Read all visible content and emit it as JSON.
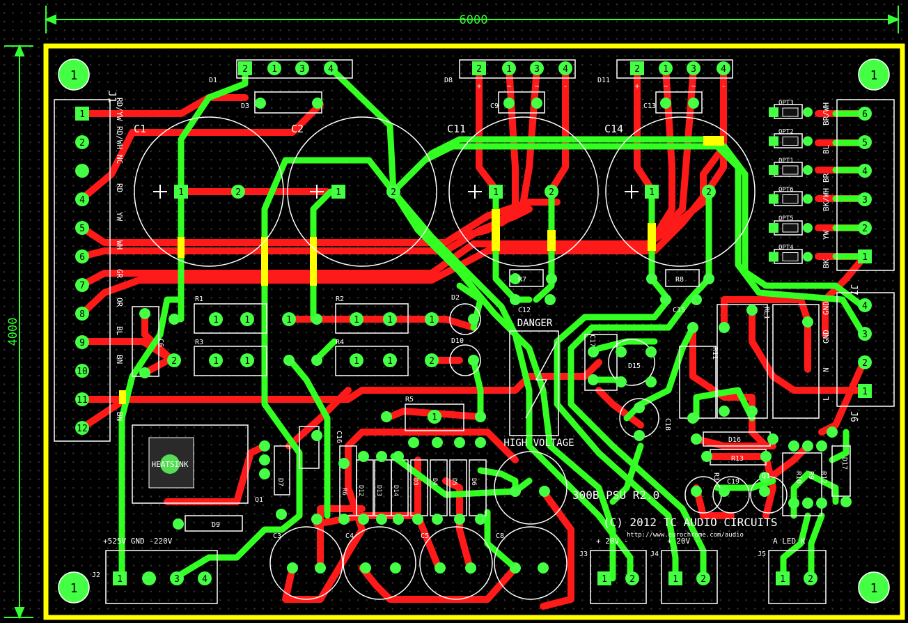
{
  "dimensions": {
    "width_label": "6000",
    "height_label": "4000"
  },
  "title": "300B PSU R2.0",
  "copyright": "(C) 2012 TC AUDIO CIRCUITS",
  "url": "http://www.eurochrome.com/audio",
  "warnings": {
    "top": "DANGER",
    "bottom": "HIGH VOLTAGE"
  },
  "j1": {
    "label": "J1",
    "pins": [
      "1",
      "2",
      "",
      "4",
      "5",
      "6",
      "7",
      "8",
      "9",
      "10",
      "11",
      "12"
    ],
    "wires": [
      "RD/YW",
      "RD/WH",
      "NC",
      "RD",
      "YW",
      "WH",
      "GR",
      "OR",
      "BL",
      "BN",
      "",
      "BN"
    ]
  },
  "j6": {
    "label": "J6",
    "pins": [
      "6",
      "5",
      "4",
      "3",
      "2",
      "1"
    ],
    "wires": [
      "BR/WH",
      "BL",
      "BR",
      "BK/WH",
      "YW",
      "BK"
    ]
  },
  "j7": {
    "label": "J7",
    "pins": [
      "4",
      "3",
      "2",
      "1"
    ],
    "wires": [
      "GND",
      "GND",
      "N",
      "L"
    ]
  },
  "optos": [
    "OPT3",
    "OPT2",
    "OPT1",
    "OPT6",
    "OPT5",
    "OPT4"
  ],
  "bottom_connectors": [
    {
      "ref": "J2",
      "label": "+525V   GND -220V",
      "pins": [
        "1",
        "",
        "3",
        "4"
      ]
    },
    {
      "ref": "J3",
      "label": "+ 20V -",
      "pins": [
        "1",
        "2"
      ]
    },
    {
      "ref": "J4",
      "label": "+ 20V -",
      "pins": [
        "1",
        "2"
      ]
    },
    {
      "ref": "J5",
      "label": "A LED K",
      "pins": [
        "1",
        "2"
      ]
    }
  ],
  "big_caps": [
    {
      "ref": "C1",
      "pins": [
        "1",
        "2"
      ]
    },
    {
      "ref": "C2",
      "pins": [
        "1",
        "2"
      ]
    },
    {
      "ref": "C11",
      "pins": [
        "1",
        "2"
      ]
    },
    {
      "ref": "C14",
      "pins": [
        "1",
        "2"
      ]
    }
  ],
  "bridges": [
    {
      "ref": "D1",
      "pins": [
        "2",
        "1",
        "3",
        "4"
      ],
      "signs": [
        "",
        "",
        "",
        ""
      ]
    },
    {
      "ref": "D8",
      "pins": [
        "2",
        "1",
        "3",
        "4"
      ],
      "signs": [
        "+",
        "~",
        "~",
        "-"
      ]
    },
    {
      "ref": "D11",
      "pins": [
        "2",
        "1",
        "3",
        "4"
      ],
      "signs": [
        "+",
        "~",
        "~",
        "-"
      ]
    }
  ],
  "resistors": [
    {
      "ref": "R1",
      "pins": [
        "1",
        "1",
        "1"
      ]
    },
    {
      "ref": "R2",
      "pins": [
        "1",
        "1",
        "1"
      ]
    },
    {
      "ref": "R3",
      "pins": [
        "2",
        "1",
        "1"
      ]
    },
    {
      "ref": "R4",
      "pins": [
        "1",
        "1",
        "2"
      ]
    },
    {
      "ref": "R5",
      "pins": [
        "1"
      ]
    }
  ],
  "refs": {
    "d2": "D2",
    "d10": "D10",
    "d3": "D3",
    "c9": "C9",
    "c13": "C13",
    "c6": "C6",
    "r7": "R7",
    "r8": "R8",
    "c12": "C12",
    "c15": "C15",
    "c17": "C17",
    "d15": "D15",
    "c18": "C18",
    "r11": "R11",
    "rl1": "RL1",
    "d16": "D16",
    "r13": "R13",
    "r3": "R3",
    "c19": "C19",
    "q1": "Q1",
    "r10": "R10",
    "r9": "R9",
    "r12": "R12",
    "d17": "D17",
    "hs": "HEATSINK",
    "d9": "D9",
    "d7": "D7",
    "c16": "C16",
    "r6": "R6",
    "d12": "D12",
    "d13": "D13",
    "d14": "D14",
    "d3b": "D3",
    "d4": "D4",
    "d5": "D5",
    "d6": "D6",
    "c3": "C3",
    "c4": "C4",
    "c5": "C5",
    "c8": "C8",
    "q1v": "Q1"
  },
  "colors": {
    "board_edge": "#ffff00",
    "top_copper": "#00ff00",
    "bottom_copper": "#ff0000",
    "silkscreen": "#ffffff",
    "overlap": "#ffff00"
  }
}
